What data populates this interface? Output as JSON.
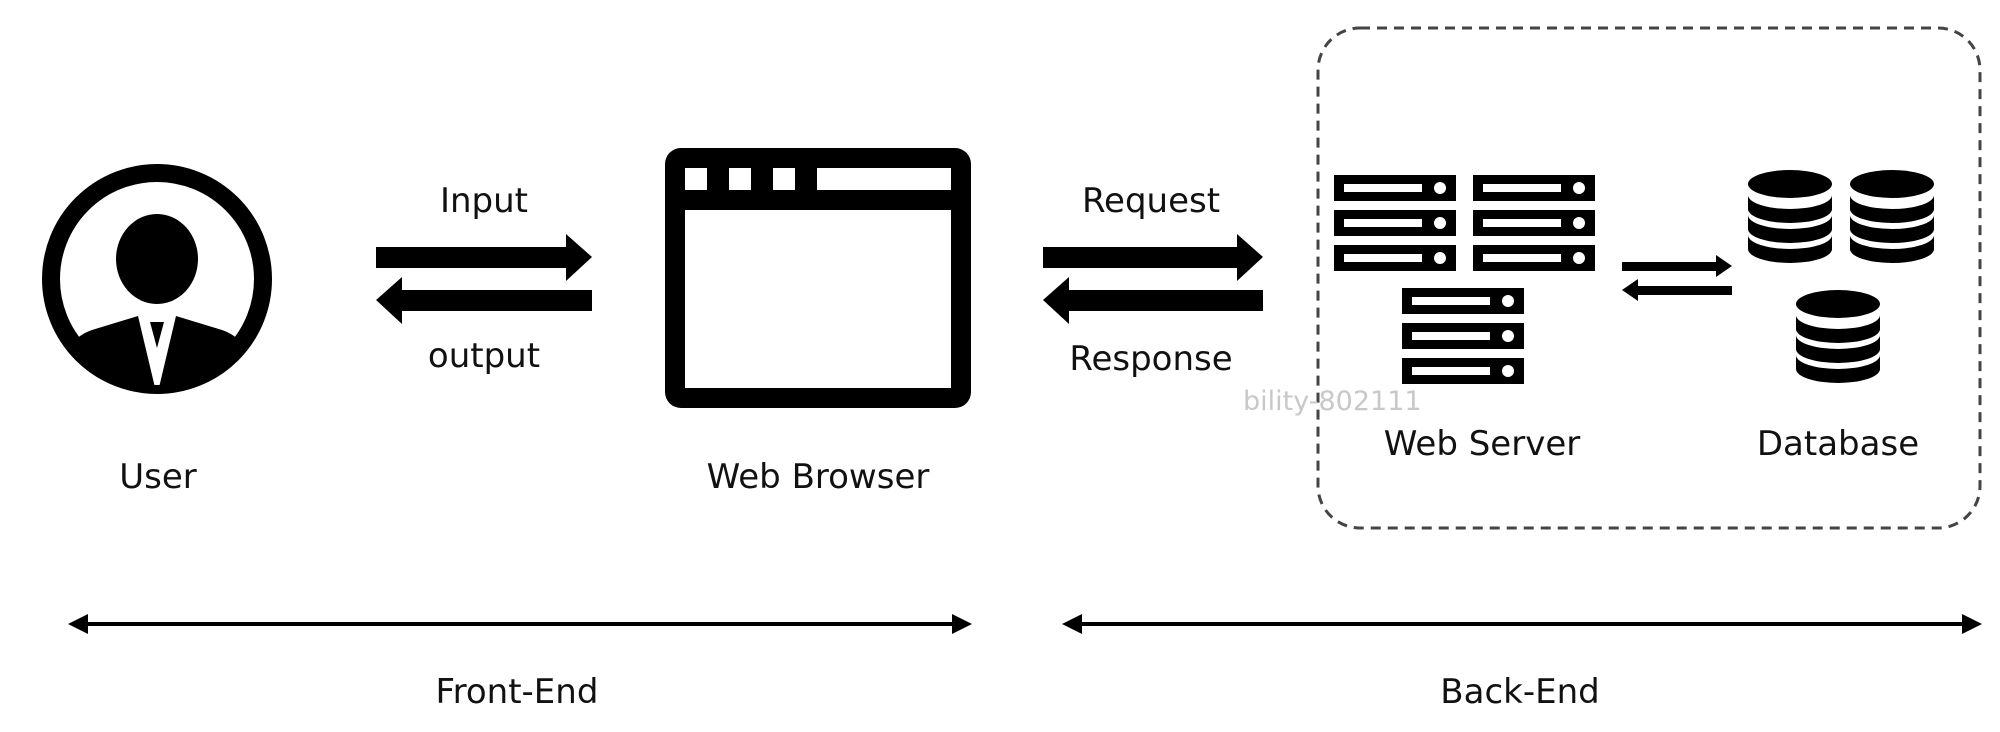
{
  "labels": {
    "input": "Input",
    "output": "output",
    "request": "Request",
    "response": "Response",
    "user": "User",
    "web_browser": "Web Browser",
    "web_server": "Web Server",
    "database": "Database",
    "front_end": "Front-End",
    "back_end": "Back-End",
    "watermark": "bility-802111"
  },
  "icons": {
    "user": "user-avatar-icon",
    "browser": "browser-window-icon",
    "server": "server-rack-icon",
    "database": "database-icon"
  },
  "colors": {
    "ink": "#000000",
    "text": "#111111",
    "watermark": "#c8c8c8",
    "background": "#ffffff"
  }
}
